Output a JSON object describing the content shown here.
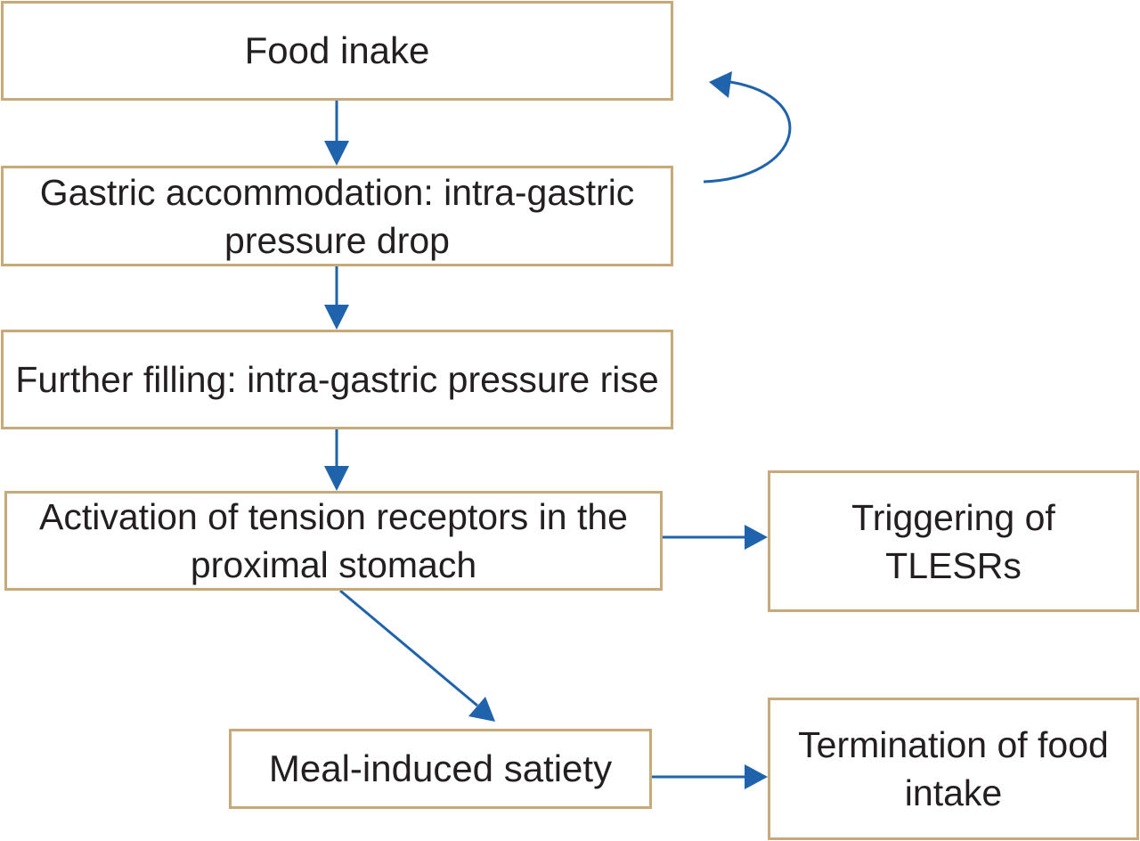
{
  "colors": {
    "box_border": "#c8a97a",
    "arrow": "#1f63ad",
    "text": "#231f20",
    "background": "#ffffff"
  },
  "nodes": {
    "food_intake": "Food inake",
    "gastric_accommodation": "Gastric accommodation: intra-gastric pressure drop",
    "further_filling": "Further filling: intra-gastric pressure rise",
    "activation": "Activation of tension receptors in the proximal stomach",
    "triggering": "Triggering of TLESRs",
    "satiety": "Meal-induced satiety",
    "termination": "Termination of food intake"
  },
  "edges": [
    {
      "from": "food_intake",
      "to": "gastric_accommodation"
    },
    {
      "from": "gastric_accommodation",
      "to": "food_intake",
      "style": "curved-feedback"
    },
    {
      "from": "gastric_accommodation",
      "to": "further_filling"
    },
    {
      "from": "further_filling",
      "to": "activation"
    },
    {
      "from": "activation",
      "to": "triggering"
    },
    {
      "from": "activation",
      "to": "satiety"
    },
    {
      "from": "satiety",
      "to": "termination"
    }
  ]
}
